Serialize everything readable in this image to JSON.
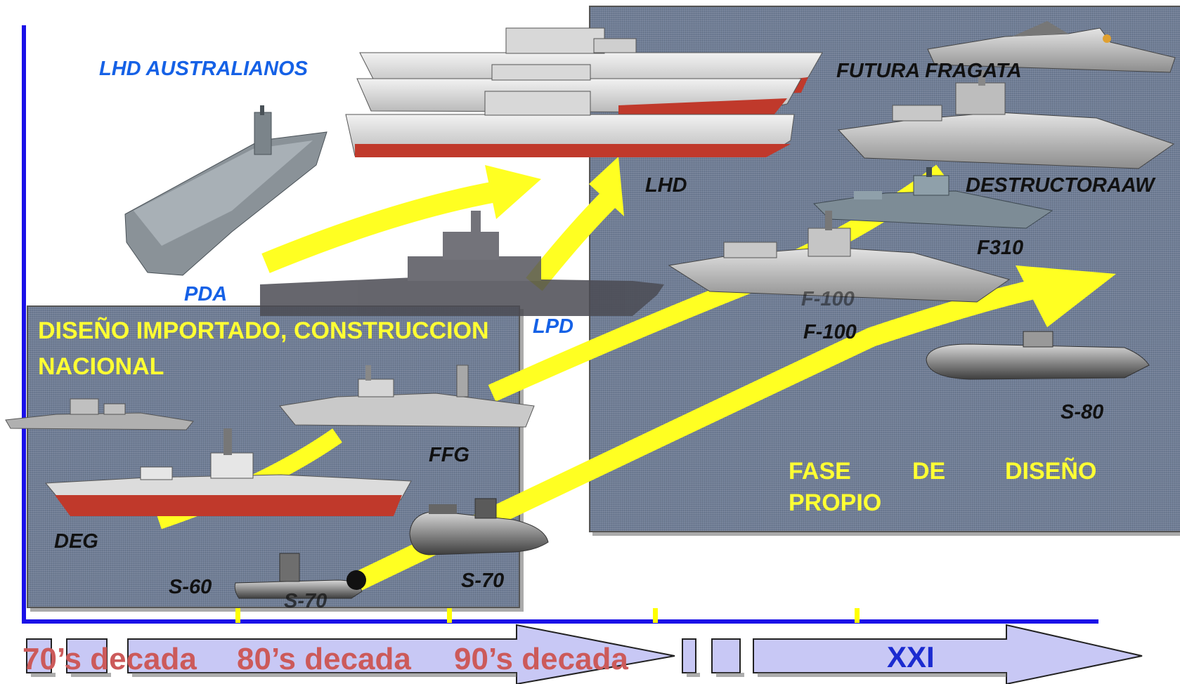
{
  "colors": {
    "axis": "#1a10e8",
    "arrow_yellow": "#ffff22",
    "panel_bg": "#6f7d95",
    "decade_text": "#cc5a5a",
    "xxi_text": "#1b2bd0",
    "timeline_fill": "#c8c8f5"
  },
  "labels": {
    "lhd_australianos": "LHD AUSTRALIANOS",
    "futura_fragata": "FUTURA FRAGATA",
    "lhd": "LHD",
    "destructor": "DESTRUCTORAAW",
    "f310": "F310",
    "pda": "PDA",
    "lpd": "LPD",
    "f100": "F-100",
    "f100_ghost": "F-100",
    "s80": "S-80",
    "ffg": "FFG",
    "deg": "DEG",
    "s60": "S-60",
    "s70": "S-70",
    "s70_ghost": "S-70"
  },
  "panels": {
    "imported_line1": "DISEÑO IMPORTADO, CONSTRUCCION",
    "imported_line2": "NACIONAL",
    "own_fase": "FASE",
    "own_de": "DE",
    "own_diseno": "DISEÑO",
    "own_line2": "PROPIO"
  },
  "timeline": {
    "decades": [
      "70’s decada",
      "80’s decada",
      "90’s decada"
    ],
    "xxi": "XXI"
  },
  "ship_icons": [
    "aircraft-carrier-icon",
    "amphibious-ship-icon",
    "frigate-icon",
    "destroyer-icon",
    "submarine-icon",
    "stealth-ship-icon"
  ]
}
